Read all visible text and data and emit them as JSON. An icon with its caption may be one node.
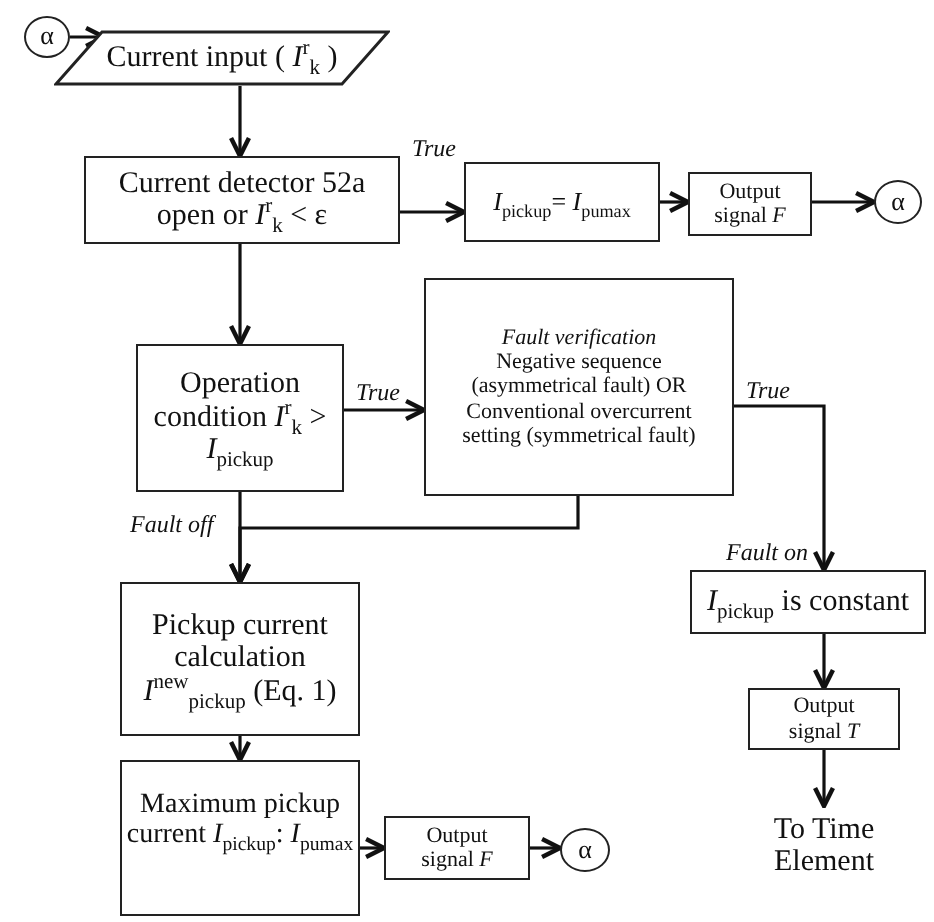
{
  "diagram": {
    "nodes": [
      {
        "text": [
          "α"
        ]
      },
      {
        "text": [
          "Current input ( *I*$^{r}$$_{k}$ )"
        ]
      },
      {
        "text": [
          "Current detector 52a open or *I*$^{r}$$_{k}$ < ε"
        ]
      },
      {
        "text": [
          "*I*$_{pickup}$= *I*$_{pumax}$"
        ]
      },
      {
        "text": [
          "Output signal *F*"
        ]
      },
      {
        "text": [
          "α"
        ]
      },
      {
        "text": [
          "Operation condition *I*$^{r}$$_{k}$ > *I*$_{pickup}$"
        ]
      },
      {
        "text": [
          "Fault verification",
          "Negative sequence (asymmetrical fault) OR Conventional overcurrent setting (symmetrical fault)"
        ]
      },
      {
        "text": [
          "Pickup current calculation *I*$^{new}$$_{pickup}$ (Eq. 1)"
        ]
      },
      {
        "text": [
          "Maximum pickup current *I*$_{pickup}$: *I*$_{pumax}$"
        ]
      },
      {
        "text": [
          "Output signal *F*"
        ]
      },
      {
        "text": [
          "α"
        ]
      },
      {
        "text": [
          "*I*$_{pickup}$ is constant"
        ]
      },
      {
        "text": [
          "Output signal *T*"
        ]
      },
      {
        "text": [
          "To Time Element"
        ]
      }
    ],
    "edges": [
      {
        "from": 0,
        "to": 1,
        "arrow": "to"
      },
      {
        "from": 1,
        "to": 2,
        "arrow": "to"
      },
      {
        "from": 2,
        "to": 3,
        "label": "True",
        "arrow": "to"
      },
      {
        "from": 3,
        "to": 4,
        "arrow": "to"
      },
      {
        "from": 4,
        "to": 5,
        "arrow": "to"
      },
      {
        "from": 2,
        "to": 6,
        "arrow": "to"
      },
      {
        "from": 6,
        "to": 7,
        "label": "True",
        "arrow": "to"
      },
      {
        "from": 7,
        "to": 8,
        "arrow": "to"
      },
      {
        "from": 6,
        "to": 8,
        "label": "Fault off",
        "arrow": "to"
      },
      {
        "from": 7,
        "to": 12,
        "label": "True",
        "arrow": "to"
      },
      {
        "from": 8,
        "to": 9,
        "arrow": "to"
      },
      {
        "from": 9,
        "to": 10,
        "arrow": "to"
      },
      {
        "from": 10,
        "to": 11,
        "arrow": "to"
      },
      {
        "from": 12,
        "to": 13,
        "arrow": "to"
      },
      {
        "from": 13,
        "to": 14,
        "arrow": "to"
      }
    ],
    "labels": [
      "Fault on"
    ]
  }
}
